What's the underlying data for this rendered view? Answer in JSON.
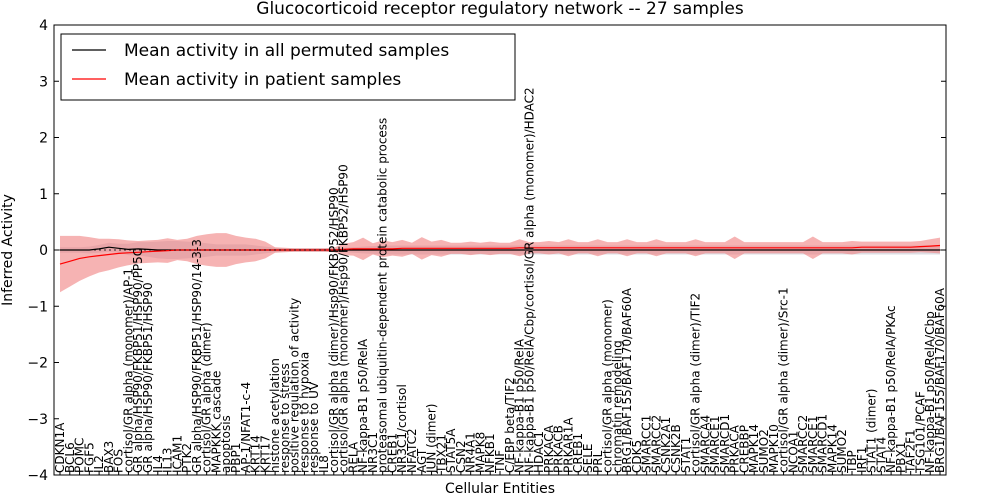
{
  "chart_data": {
    "type": "line",
    "title": "Glucocorticoid receptor regulatory network -- 27 samples",
    "xlabel": "Cellular Entities",
    "ylabel": "Inferred Activity",
    "ylim": [
      -4,
      4
    ],
    "yticks": [
      "−4",
      "−3",
      "−2",
      "−1",
      "0",
      "1",
      "2",
      "3",
      "4"
    ],
    "grid": false,
    "legend_position": "top-left",
    "categories": [
      "CDKN1A",
      "BCL6",
      "POMC",
      "FGF5",
      "IL2",
      "BAX3",
      "FOS",
      "cortisol/GR alpha (monomer)/AP-1",
      "GR alpha/HSP90/FKBP51/HSP90/PP5C",
      "GR alpha/HSP90/FKBP51/HSP90",
      "IL4",
      "IL13",
      "ICAM1",
      "PTK2",
      "GR alpha/HSP90/FKBP51/HSP90/14-3-3",
      "cortisol/GR alpha (dimer)",
      "MAPKKK cascade",
      "apoptosis",
      "PBP1",
      "AP-1/NFAT1-c-4",
      "KRT14",
      "KRT17",
      "histone acetylation",
      "response to stress",
      "positive regulation of activity",
      "response to hypoxia",
      "response to UV",
      "IL8",
      "cortisol/GR alpha (dimer)/Hsp90/FKBP52/HSP90",
      "cortisol/GR alpha (monomer)/Hsp90/FKBP52/HSP90",
      "RELA",
      "NF-kappa-B1 p50/RelA",
      "NR3C1",
      "proteasomal ubiquitin-dependent protein catabolic process",
      "CREB1",
      "NR3C1/cortisol",
      "NFATC2",
      "AGT",
      "JUN (dimer)",
      "TBX21",
      "STAT5A",
      "CSN2",
      "NR4A1",
      "MAPK8",
      "NFKB1",
      "TNF",
      "C/EBP beta/TIF2",
      "NF-kappa-B1 p50/RelA",
      "NF-kappa-B1 p50/RelA/Cbp/cortisol/GR alpha (monomer)/HDAC2",
      "HDAC1",
      "PRKACA",
      "PRKACB",
      "PRKAR1A",
      "CREB1",
      "SELE",
      "PRL",
      "cortisol/GR alpha (monomer)",
      "chromatin remodeling",
      "BRG1/BAF155/BAF170/BAF60A",
      "CDK5",
      "SMARCC1",
      "SMARCC2",
      "CSNK2A1",
      "CSNK2B",
      "STAT1",
      "cortisol/GR alpha (dimer)/TIF2",
      "SMARCA4",
      "SMARCE1",
      "SMARCD1",
      "PRKACA",
      "CREBBP",
      "MAPK14",
      "SUMO2",
      "MAPK10",
      "cortisol/GR alpha (dimer)/Src-1",
      "NCOA1",
      "SMARCC2",
      "SMARCE1",
      "SMARCD1",
      "MAPK14",
      "SUMO2",
      "TBP",
      "IRF1",
      "STAT1 (dimer)",
      "STAT4",
      "NF-kappa-B1 p50/RelA/PKAc",
      "PBX1",
      "TAF2F1",
      "TSG101/PCAF",
      "NF-kappa-B1 p50/RelA/Cbp",
      "BRG1/BAF155/BAF170/BAF60A"
    ],
    "series": [
      {
        "name": "Mean activity in all permuted samples",
        "color": "#000000",
        "values": [
          0.0,
          0.0,
          0.0,
          0.0,
          0.02,
          0.05,
          0.03,
          0.01,
          0.02,
          0.01,
          0.0,
          0.0,
          0.0,
          0.0,
          0.0,
          0.0,
          0.0,
          0.0,
          0.0,
          0.0,
          0.0,
          0.0,
          0.0,
          0.0,
          0.0,
          0.0,
          0.0,
          0.0,
          0.0,
          0.0,
          0.0,
          0.0,
          0.0,
          0.0,
          0.0,
          0.0,
          0.0,
          0.0,
          0.0,
          0.0,
          0.0,
          0.0,
          0.0,
          0.0,
          0.0,
          0.0,
          0.0,
          0.0,
          0.0,
          0.0,
          0.0,
          0.0,
          0.0,
          0.0,
          0.0,
          0.0,
          0.0,
          0.0,
          0.0,
          0.0,
          0.0,
          0.0,
          0.0,
          0.0,
          0.0,
          0.0,
          0.0,
          0.0,
          0.0,
          0.0,
          0.0,
          0.0,
          0.0,
          0.0,
          0.0,
          0.0,
          0.0,
          0.0,
          0.0,
          0.0,
          0.0,
          0.0,
          0.0,
          0.0,
          0.0,
          0.0,
          0.0,
          0.0,
          0.0,
          0.0,
          0.0
        ],
        "band": [
          0.05,
          0.05,
          0.05,
          0.06,
          0.07,
          0.08,
          0.08,
          0.1,
          0.12,
          0.13,
          0.15,
          0.16,
          0.16,
          0.15,
          0.14,
          0.12,
          0.1,
          0.1,
          0.1,
          0.1,
          0.08,
          0.06,
          0.04,
          0.03,
          0.03,
          0.03,
          0.03,
          0.03,
          0.03,
          0.04,
          0.05,
          0.06,
          0.07,
          0.08,
          0.08,
          0.08,
          0.08,
          0.08,
          0.08,
          0.08,
          0.08,
          0.08,
          0.08,
          0.08,
          0.08,
          0.08,
          0.08,
          0.08,
          0.08,
          0.08,
          0.08,
          0.08,
          0.08,
          0.08,
          0.08,
          0.08,
          0.08,
          0.08,
          0.08,
          0.08,
          0.08,
          0.08,
          0.08,
          0.08,
          0.08,
          0.08,
          0.08,
          0.08,
          0.08,
          0.08,
          0.08,
          0.08,
          0.08,
          0.08,
          0.08,
          0.08,
          0.08,
          0.08,
          0.08,
          0.08,
          0.08,
          0.08,
          0.08,
          0.08,
          0.08,
          0.08,
          0.08,
          0.08,
          0.08,
          0.08,
          0.08
        ]
      },
      {
        "name": "Mean activity in patient samples",
        "color": "#ff0000",
        "values": [
          -0.25,
          -0.2,
          -0.15,
          -0.12,
          -0.1,
          -0.08,
          -0.06,
          -0.05,
          -0.04,
          -0.03,
          -0.02,
          -0.01,
          0.0,
          0.0,
          0.0,
          0.0,
          0.0,
          0.0,
          0.0,
          0.0,
          0.0,
          0.0,
          0.0,
          0.0,
          0.0,
          0.0,
          0.0,
          0.0,
          0.0,
          0.01,
          0.02,
          0.02,
          0.02,
          0.02,
          0.02,
          0.03,
          0.03,
          0.03,
          0.03,
          0.03,
          0.03,
          0.03,
          0.03,
          0.03,
          0.03,
          0.03,
          0.03,
          0.04,
          0.04,
          0.04,
          0.04,
          0.04,
          0.04,
          0.04,
          0.04,
          0.04,
          0.04,
          0.04,
          0.04,
          0.04,
          0.04,
          0.04,
          0.04,
          0.04,
          0.04,
          0.04,
          0.04,
          0.04,
          0.04,
          0.04,
          0.04,
          0.04,
          0.04,
          0.04,
          0.04,
          0.04,
          0.04,
          0.04,
          0.04,
          0.04,
          0.04,
          0.04,
          0.05,
          0.05,
          0.05,
          0.05,
          0.05,
          0.05,
          0.06,
          0.07,
          0.08
        ],
        "band": [
          0.5,
          0.45,
          0.4,
          0.35,
          0.3,
          0.28,
          0.25,
          0.22,
          0.2,
          0.2,
          0.2,
          0.22,
          0.18,
          0.2,
          0.25,
          0.28,
          0.3,
          0.3,
          0.25,
          0.22,
          0.2,
          0.15,
          0.05,
          0.04,
          0.03,
          0.03,
          0.03,
          0.03,
          0.04,
          0.1,
          0.12,
          0.2,
          0.1,
          0.15,
          0.12,
          0.15,
          0.1,
          0.2,
          0.12,
          0.15,
          0.1,
          0.1,
          0.12,
          0.1,
          0.12,
          0.1,
          0.1,
          0.15,
          0.1,
          0.1,
          0.12,
          0.1,
          0.15,
          0.1,
          0.1,
          0.15,
          0.1,
          0.1,
          0.15,
          0.1,
          0.1,
          0.15,
          0.1,
          0.1,
          0.1,
          0.15,
          0.1,
          0.1,
          0.1,
          0.2,
          0.1,
          0.1,
          0.1,
          0.1,
          0.1,
          0.1,
          0.1,
          0.2,
          0.1,
          0.1,
          0.1,
          0.12,
          0.1,
          0.1,
          0.1,
          0.1,
          0.1,
          0.1,
          0.1,
          0.12,
          0.14
        ]
      }
    ]
  }
}
